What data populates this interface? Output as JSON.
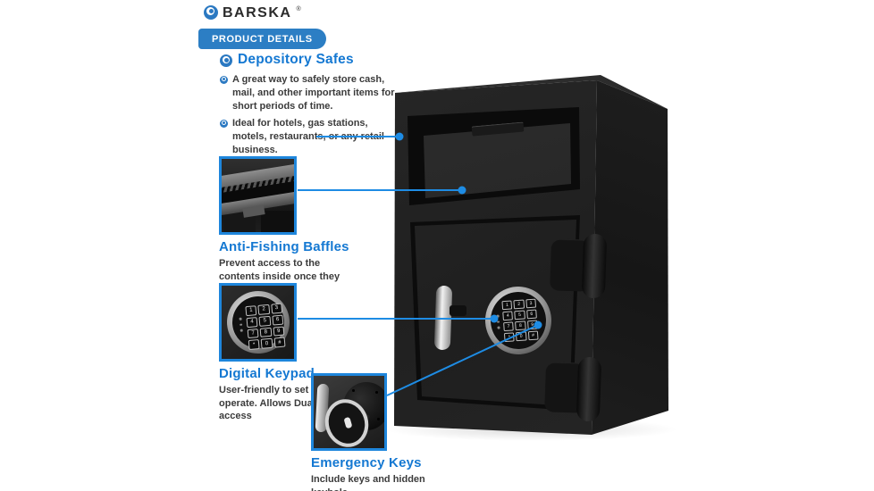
{
  "colors": {
    "accent_blue": "#1e8ce4",
    "border_blue": "#1e86dc",
    "title_blue": "#1478d2",
    "badge_bg": "#2c7ec4",
    "logo_blue": "#2b79c2",
    "text_dark": "#3b3b3b"
  },
  "header": {
    "brand": "BARSKA",
    "trademark": "®",
    "badge_label": "PRODUCT DETAILS"
  },
  "intro": {
    "title": "Depository Safes",
    "bullets": [
      "A great way to safely store cash, mail, and other important items for short periods of time.",
      "Ideal for hotels, gas stations, motels, restaurants, or any retail business."
    ]
  },
  "callouts": [
    {
      "title": "Anti-Fishing Baffles",
      "description": "Prevent access to the contents inside once they are deposited"
    },
    {
      "title": "Digital Keypad",
      "description": "User-friendly to set up and operate. Allows Dual PIN code access"
    },
    {
      "title": "Emergency Keys",
      "description": "Include keys and hidden keyhole"
    }
  ],
  "keypad": {
    "keys": [
      "1",
      "2",
      "3",
      "4",
      "5",
      "6",
      "7",
      "8",
      "9",
      "*",
      "0",
      "#"
    ]
  }
}
